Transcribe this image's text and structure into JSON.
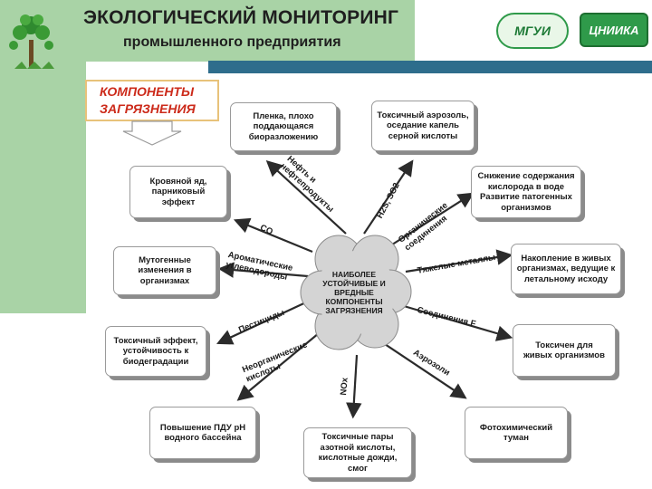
{
  "header": {
    "title": "ЭКОЛОГИЧЕСКИЙ МОНИТОРИНГ",
    "subtitle": "промышленного предприятия",
    "logo_left": "МГУИ",
    "logo_right": "ЦНИИКА"
  },
  "components_label": [
    "КОМПОНЕНТЫ",
    "ЗАГРЯЗНЕНИЯ"
  ],
  "center": [
    "НАИБОЛЕЕ",
    "УСТОЙЧИВЫЕ И",
    "ВРЕДНЫЕ",
    "КОМПОНЕНТЫ",
    "ЗАГРЯЗНЕНИЯ"
  ],
  "nodes": {
    "film": [
      "Пленка, плохо",
      "поддающаяся",
      "биоразложению"
    ],
    "aerosol": [
      "Токсичный аэрозоль,",
      "оседание капель",
      "серной кислоты"
    ],
    "blood": [
      "Кровяной яд,",
      "парниковый",
      "эффект"
    ],
    "oxygen": [
      "Снижение содержания",
      "кислорода в воде",
      "Развитие патогенных",
      "организмов"
    ],
    "mutagen": [
      "Мутогенные",
      "изменения в",
      "организмах"
    ],
    "accum": [
      "Накопление в живых",
      "организмах, ведущие к",
      "летальному исходу"
    ],
    "toxic": [
      "Токсичный эффект,",
      "устойчивость к",
      "биодеградации"
    ],
    "toxlive": [
      "Токсичен для",
      "живых организмов"
    ],
    "pdu": [
      "Повышение ПДУ рН",
      "водного бассейна"
    ],
    "fumes": [
      "Токсичные пары",
      "азотной кислоты,",
      "кислотные дожди, смог"
    ],
    "smog": [
      "Фотохимический",
      "туман"
    ]
  },
  "labels": {
    "oil": "Нефть и\nнефтепродукты",
    "h2s": "H2S, SO2",
    "organic": "Органические\nсоединения",
    "co": "CO",
    "aromatic": "Ароматические\nуглеводороды",
    "metals": "Тяжелые металлы",
    "pesticides": "Пестициды",
    "fluorine": "Соединения F",
    "inorganic": "Неорганические\nкислоты",
    "aerosols": "Аэрозоли",
    "nox": "NOx"
  }
}
